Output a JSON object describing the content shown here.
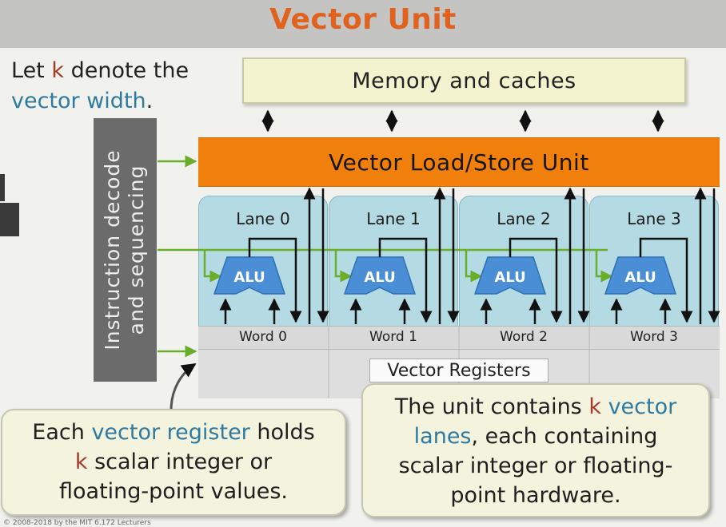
{
  "title": "Vector Unit",
  "intro": {
    "line1_pre": "Let ",
    "k": "k",
    "line1_post": " denote the",
    "vector_width": "vector width",
    "period": "."
  },
  "decode_unit": {
    "line1": "Instruction decode",
    "line2": "and sequencing"
  },
  "memory": {
    "label": "Memory and caches"
  },
  "load_store": {
    "label": "Vector Load/Store Unit"
  },
  "lanes": [
    {
      "label": "Lane 0",
      "alu": "ALU",
      "word": "Word 0"
    },
    {
      "label": "Lane 1",
      "alu": "ALU",
      "word": "Word 1"
    },
    {
      "label": "Lane 2",
      "alu": "ALU",
      "word": "Word 2"
    },
    {
      "label": "Lane 3",
      "alu": "ALU",
      "word": "Word 3"
    }
  ],
  "vector_registers": {
    "label": "Vector Registers"
  },
  "callout_register": {
    "pre": "Each ",
    "term": "vector register",
    "mid": " holds",
    "k": "k",
    "post1": " scalar integer or",
    "post2": "floating-point values."
  },
  "callout_lanes": {
    "pre": "The unit contains ",
    "k": "k",
    "term_a": "vector",
    "term_b": "lanes",
    "post1": ", each containing",
    "post2": "scalar integer or floating-",
    "post3": "point hardware."
  },
  "footer": "© 2008-2018 by the MIT 6.172 Lecturers",
  "colors": {
    "title": "#e0621e",
    "load_store": "#f07f0b",
    "memory": "#f3f3cf",
    "lane": "#b4dbe3",
    "alu": "#4a8fd6",
    "highlight_blue": "#2f7aa0",
    "highlight_k": "#a33a2a",
    "control_arrow": "#6aad2a"
  }
}
